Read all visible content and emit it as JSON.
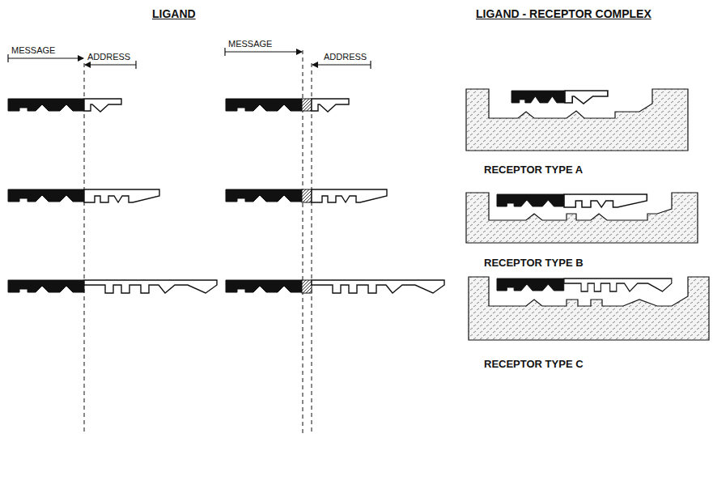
{
  "diagram": {
    "labels": [
      "LIGAND",
      "LIGAND - RECEPTOR COMPLEX",
      "MESSAGE",
      "ADDRESS",
      "MESSAGE",
      "ADDRESS",
      "RECEPTOR TYPE A",
      "RECEPTOR TYPE B",
      "RECEPTOR TYPE C"
    ]
  }
}
